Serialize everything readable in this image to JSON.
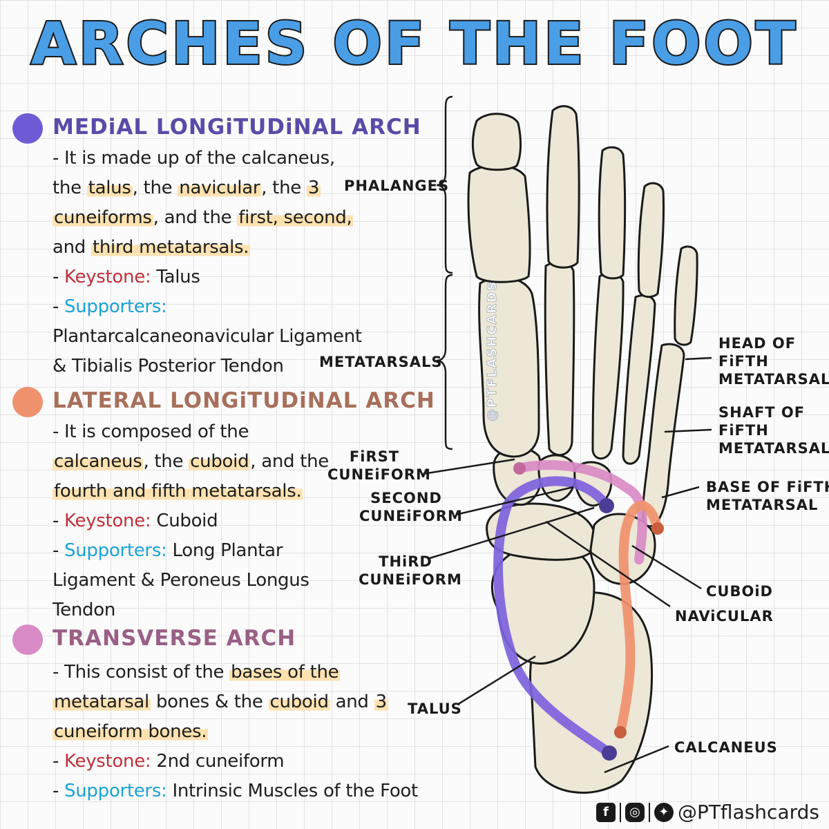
{
  "title": "ARCHES OF THE FOOT",
  "colors": {
    "title_fill": "#4a9ee6",
    "medial": "#6f5ad6",
    "lateral": "#f0916d",
    "transverse": "#d98bc6",
    "highlight": "#fde2b0",
    "keystone": "#c0303a",
    "supporters": "#1aa3d6"
  },
  "medial": {
    "heading": "MEDiAL LONGiTUDiNAL ARCH",
    "l1": "- It is made up of the calcaneus,",
    "l2a": "the ",
    "l2b": "talus",
    "l2c": ", the ",
    "l2d": "navicular",
    "l2e": ", the ",
    "l2f": "3",
    "l3a": "cuneiforms",
    "l3b": ", and the ",
    "l3c": "first, second,",
    "l4a": "and ",
    "l4b": "third metatarsals.",
    "keystone_label": "Keystone:",
    "keystone_value": " Talus",
    "supporters_label": "Supporters:",
    "s1": "Plantarcalcaneonavicular Ligament",
    "s2": "& Tibialis Posterior Tendon"
  },
  "lateral": {
    "heading": "LATERAL LONGiTUDiNAL ARCH",
    "l1": "- It is composed of the",
    "l2a": "calcaneus",
    "l2b": ", the ",
    "l2c": "cuboid",
    "l2d": ", and the",
    "l3": "fourth and fifth metatarsals.",
    "keystone_label": "Keystone:",
    "keystone_value": " Cuboid",
    "supporters_label": "Supporters:",
    "supporters_value": " Long Plantar",
    "s2": "Ligament & Peroneus Longus",
    "s3": "Tendon"
  },
  "transverse": {
    "heading": "TRANSVERSE ARCH",
    "l1a": "- This consist of the ",
    "l1b": "bases of the",
    "l2a": "metatarsal",
    "l2b": " bones & the ",
    "l2c": "cuboid",
    "l2d": " and ",
    "l2e": "3",
    "l3": "cuneiform bones.",
    "keystone_label": "Keystone:",
    "keystone_value": " 2nd cuneiform",
    "supporters_label": "Supporters:",
    "supporters_value": " Intrinsic Muscles of the Foot"
  },
  "labels": {
    "phalanges": "PHALANGES",
    "metatarsals": "METATARSALS",
    "head_fifth": [
      "HEAD OF",
      "FiFTH",
      "METATARSAL"
    ],
    "shaft_fifth": [
      "SHAFT OF",
      "FiFTH",
      "METATARSAL"
    ],
    "base_fifth": [
      "BASE OF FiFTH",
      "METATARSAL"
    ],
    "first_cuneiform": [
      "FiRST",
      "CUNEiFORM"
    ],
    "second_cuneiform": [
      "SECOND",
      "CUNEiFORM"
    ],
    "third_cuneiform": [
      "THiRD",
      "CUNEiFORM"
    ],
    "cuboid": "CUBOiD",
    "navicular": "NAViCULAR",
    "talus": "TALUS",
    "calcaneus": "CALCANEUS"
  },
  "watermark": "@PTFLASHCARDS",
  "footer": {
    "icons": [
      "facebook-icon",
      "instagram-icon",
      "twitter-icon"
    ],
    "handle": "@PTflashcards"
  }
}
